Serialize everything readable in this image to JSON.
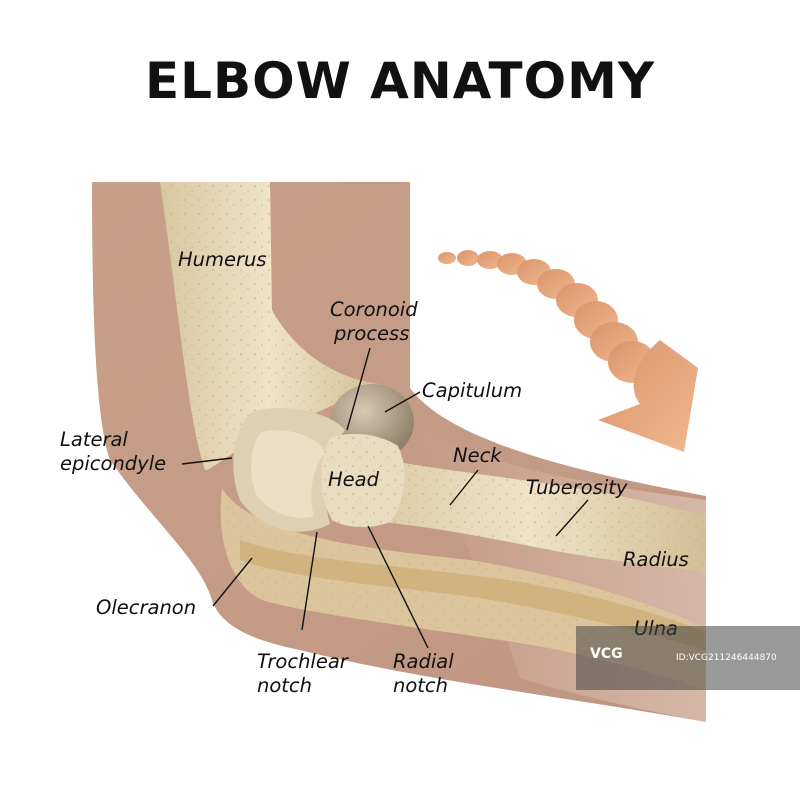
{
  "title": "ELBOW ANATOMY",
  "labels": {
    "humerus": "Humerus",
    "coronoid_1": "Coronoid",
    "coronoid_2": "process",
    "capitulum": "Capitulum",
    "lateral_1": "Lateral",
    "lateral_2": "epicondyle",
    "head": "Head",
    "neck": "Neck",
    "tuberosity": "Tuberosity",
    "radius": "Radius",
    "olecranon": "Olecranon",
    "ulna": "Ulna",
    "trochlear_1": "Trochlear",
    "trochlear_2": "notch",
    "radial_1": "Radial",
    "radial_2": "notch"
  },
  "watermark": {
    "logo": "VCG",
    "id": "ID:VCG211246444870"
  },
  "colors": {
    "skin": "#c59b85",
    "skin_light": "#d8b7a6",
    "bone": "#e6d7b8",
    "bone_shadow": "#cbb48c",
    "arrow": "#e5a47b"
  },
  "icons": [
    "curved-arrow-icon",
    "vcg-logo-icon"
  ]
}
